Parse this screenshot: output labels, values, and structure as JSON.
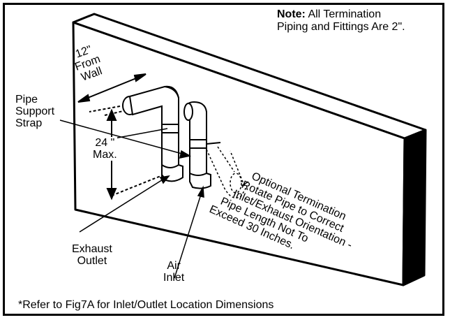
{
  "note": {
    "heading": "Note:",
    "line1": "All Termination",
    "line2": "Piping and Fittings Are 2\"."
  },
  "labels": {
    "from_wall": [
      "12\"",
      "From",
      "Wall"
    ],
    "pipe_support_strap": [
      "Pipe",
      "Support",
      "Strap"
    ],
    "max_height": [
      "24 \"",
      "Max."
    ],
    "exhaust_outlet": [
      "Exhaust",
      "Outlet"
    ],
    "air_inlet": [
      "Air",
      "Inlet"
    ],
    "optional_termination": [
      "Optional Termination",
      "Rotate Pipe to Correct",
      "Inlet/Exhaust Orientation -",
      "Pipe Length Not To",
      "Exceed 30 Inches."
    ]
  },
  "footnote": "*Refer to Fig7A for Inlet/Outlet Location Dimensions",
  "colors": {
    "line": "#000000",
    "background": "#ffffff"
  }
}
